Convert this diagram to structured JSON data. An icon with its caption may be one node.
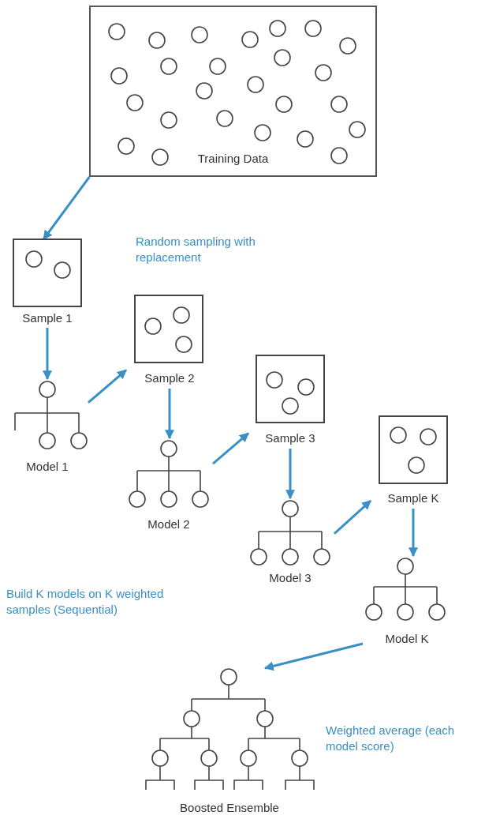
{
  "diagram": {
    "nodes": [
      {
        "text": [
          "Training Data"
        ]
      },
      {
        "text": [
          "Sample 1"
        ]
      },
      {
        "text": [
          "Model 1"
        ]
      },
      {
        "text": [
          "Sample 2"
        ]
      },
      {
        "text": [
          "Model 2"
        ]
      },
      {
        "text": [
          "Sample 3"
        ]
      },
      {
        "text": [
          "Model 3"
        ]
      },
      {
        "text": [
          "Sample K"
        ]
      },
      {
        "text": [
          "Model K"
        ]
      },
      {
        "text": [
          "Boosted Ensemble"
        ]
      }
    ],
    "edges": [
      {
        "from": 0,
        "to": 1,
        "arrow": "to"
      },
      {
        "from": 1,
        "to": 2,
        "arrow": "to"
      },
      {
        "from": 2,
        "to": 3,
        "arrow": "to"
      },
      {
        "from": 3,
        "to": 4,
        "arrow": "to"
      },
      {
        "from": 4,
        "to": 5,
        "arrow": "to"
      },
      {
        "from": 5,
        "to": 6,
        "arrow": "to"
      },
      {
        "from": 6,
        "to": 7,
        "arrow": "to"
      },
      {
        "from": 7,
        "to": 8,
        "arrow": "to"
      },
      {
        "from": 8,
        "to": 9,
        "arrow": "to"
      }
    ],
    "labels": [
      "Random sampling with replacement",
      "Build K models on K weighted samples (Sequential)",
      "Weighted average (each model score)"
    ]
  }
}
